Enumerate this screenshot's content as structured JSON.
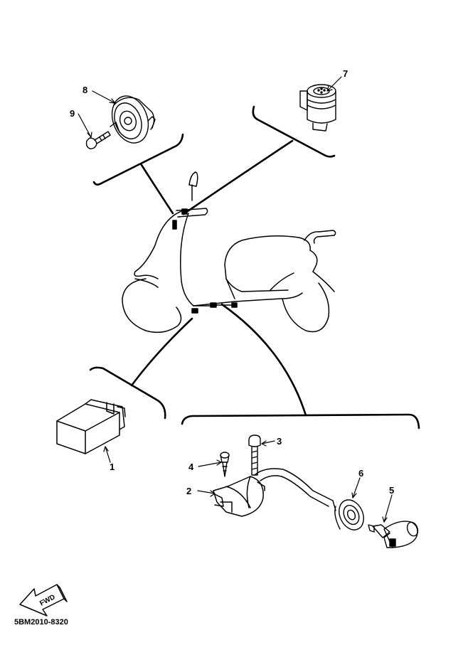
{
  "callouts": {
    "p1": "1",
    "p2": "2",
    "p3": "3",
    "p4": "4",
    "p5": "5",
    "p6": "6",
    "p7": "7",
    "p8": "8",
    "p9": "9"
  },
  "fwd_label": "FWD",
  "drawing_code": "5BM2010-8320",
  "line_color": "#000000"
}
